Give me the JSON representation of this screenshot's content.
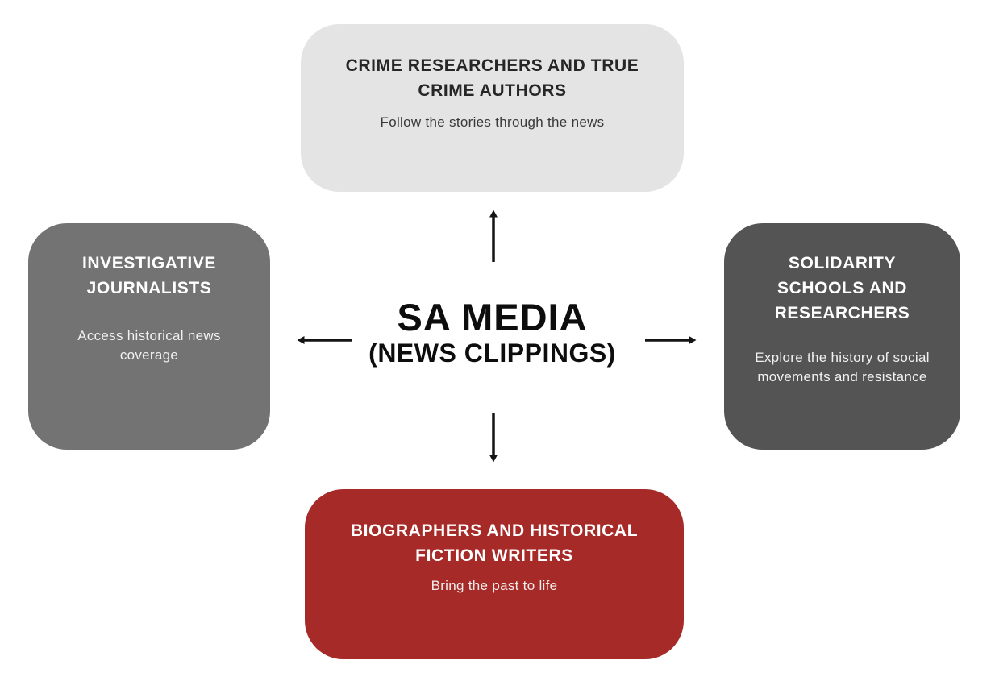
{
  "diagram": {
    "center": {
      "title": "SA MEDIA",
      "subtitle": "(NEWS CLIPPINGS)"
    },
    "nodes": {
      "top": {
        "title": "CRIME RESEARCHERS AND TRUE CRIME AUTHORS",
        "description": "Follow the stories through the news",
        "bg_color": "#e4e4e4",
        "text_color": "#262626"
      },
      "left": {
        "title": "INVESTIGATIVE JOURNALISTS",
        "description": "Access historical news coverage",
        "bg_color": "#737373",
        "text_color": "#ffffff"
      },
      "right": {
        "title": "SOLIDARITY SCHOOLS AND RESEARCHERS",
        "description": "Explore the history of social movements and resistance",
        "bg_color": "#545454",
        "text_color": "#ffffff"
      },
      "bottom": {
        "title": "BIOGRAPHERS AND HISTORICAL FICTION WRITERS",
        "description": "Bring the past to life",
        "bg_color": "#a62b28",
        "text_color": "#ffffff"
      }
    },
    "arrow_color": "#141414",
    "background_color": "#ffffff"
  }
}
